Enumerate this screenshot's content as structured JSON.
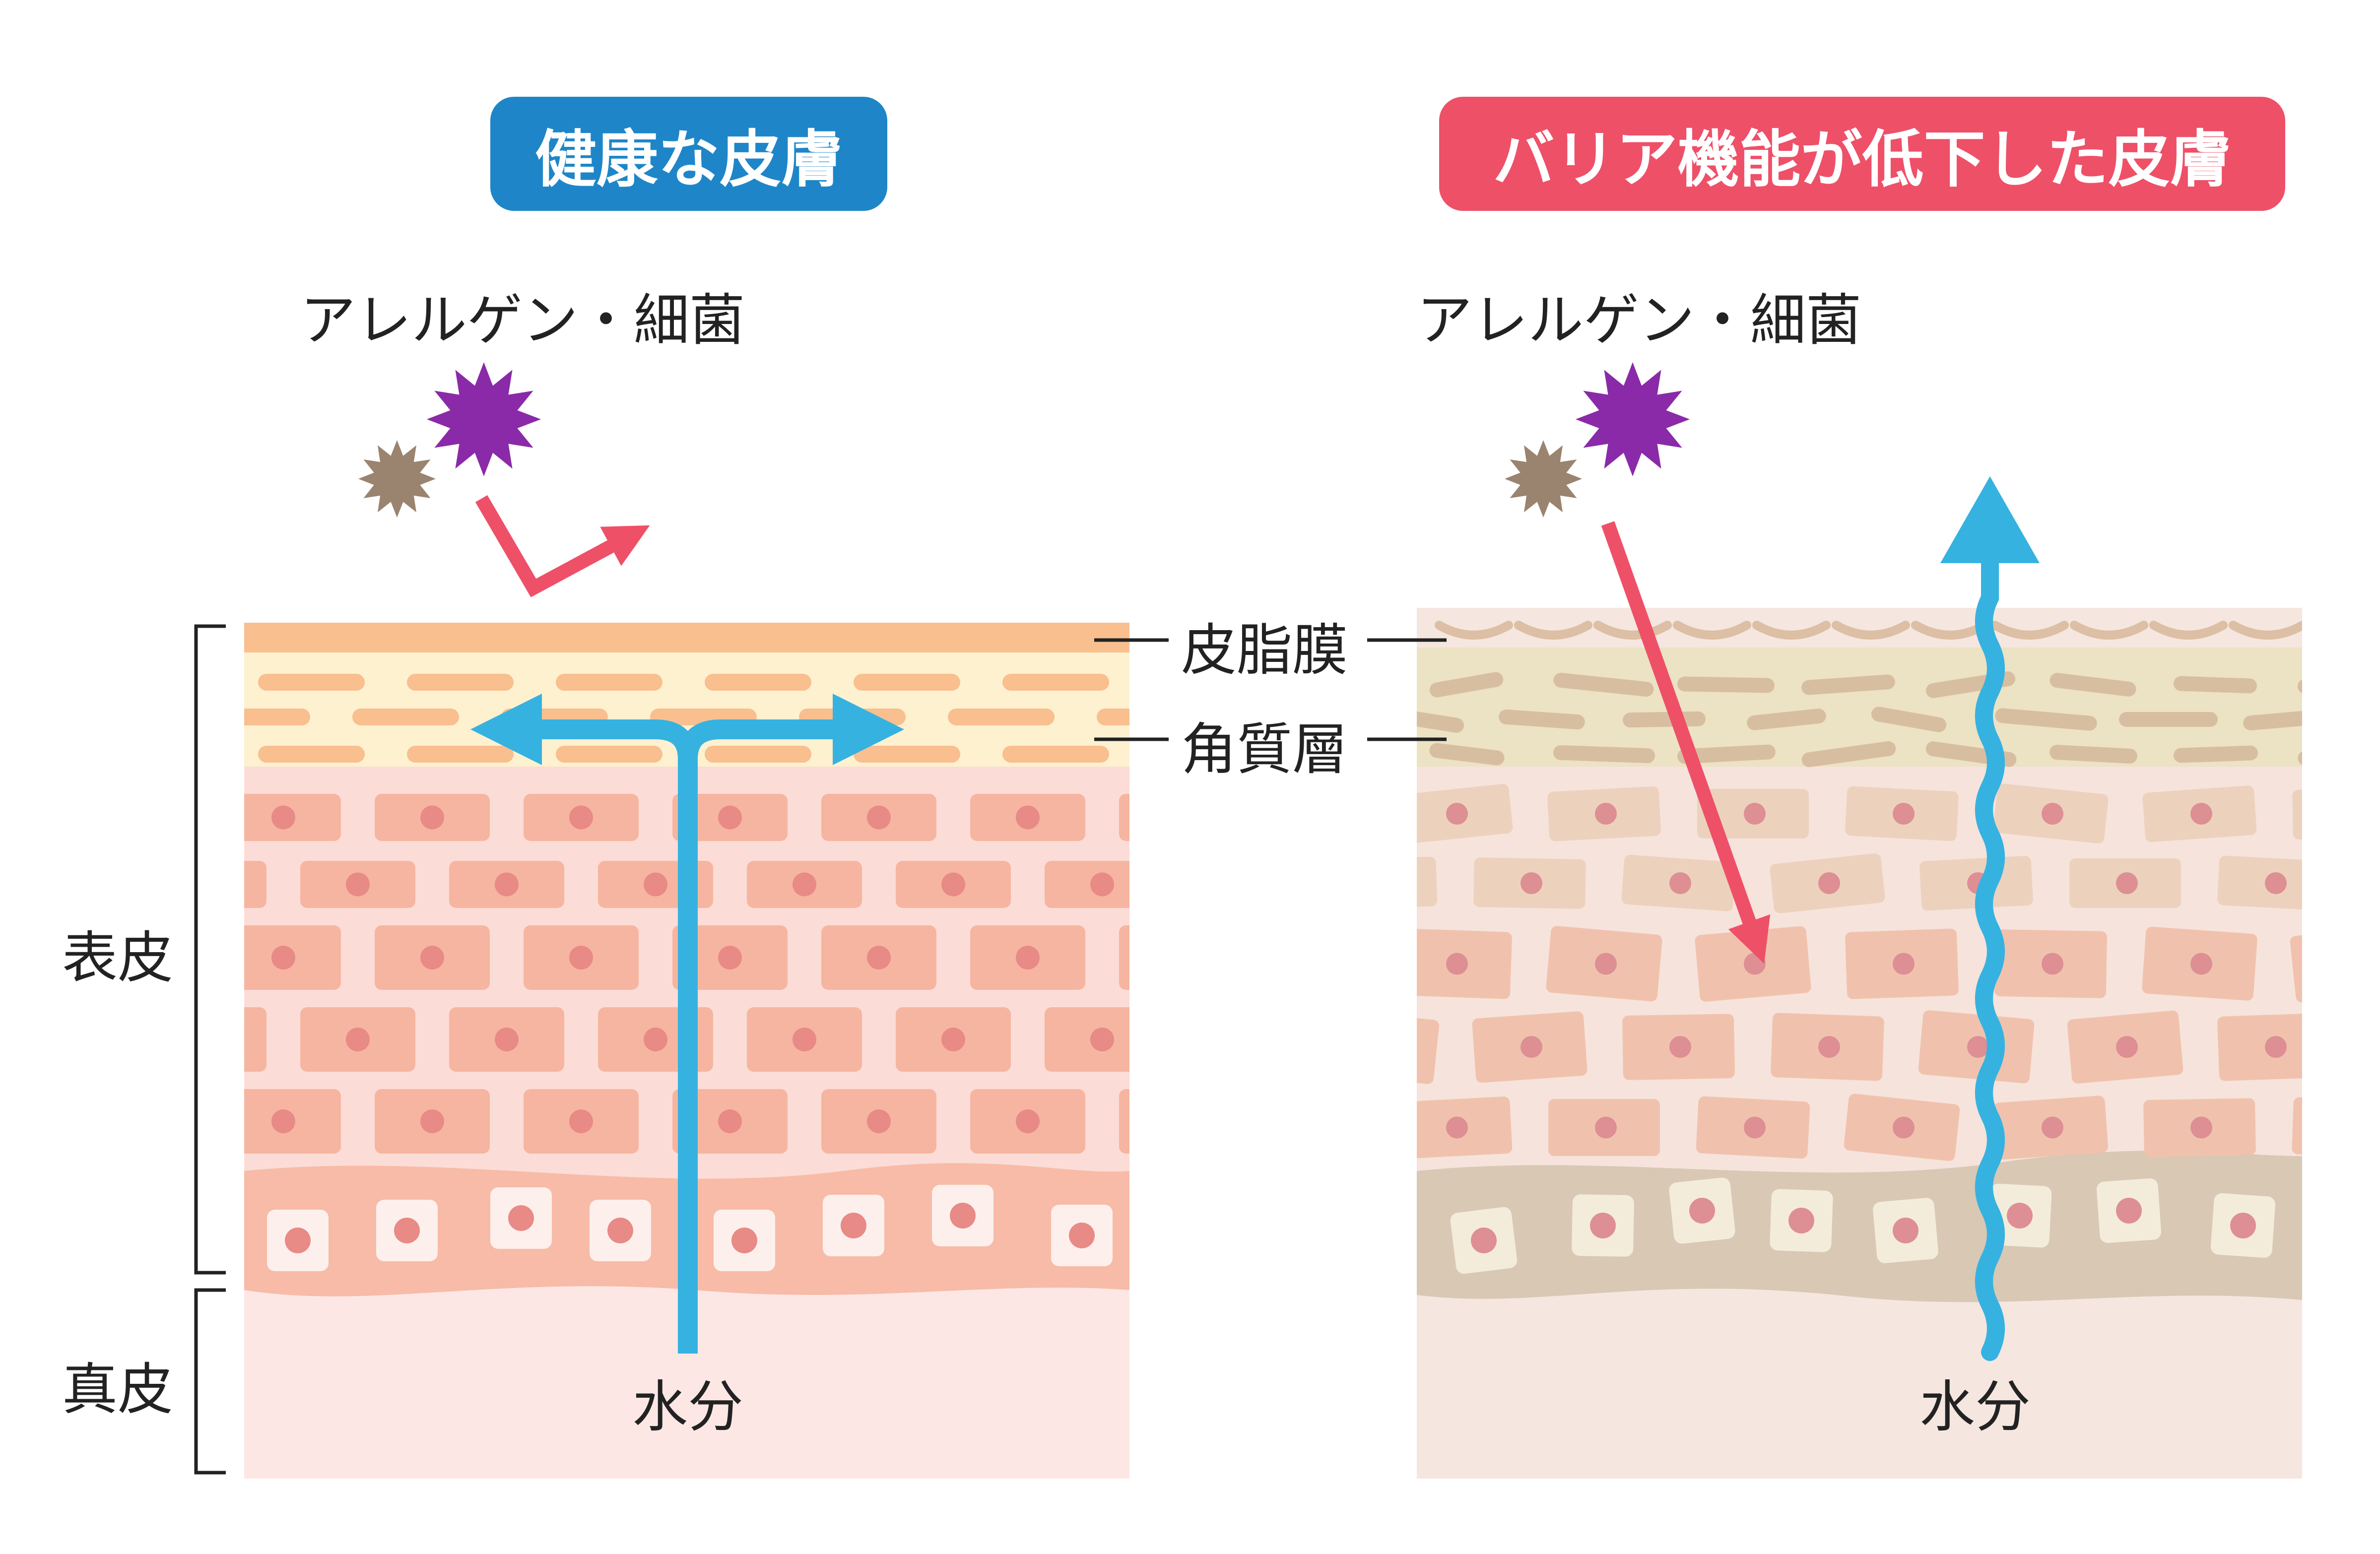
{
  "titles": {
    "healthy": "健康な皮膚",
    "damaged": "バリア機能が低下した皮膚"
  },
  "labels": {
    "allergen_left": "アレルゲン・細菌",
    "allergen_right": "アレルゲン・細菌",
    "sebum": "皮脂膜",
    "stratum_corneum": "角質層",
    "epidermis": "表皮",
    "dermis": "真皮",
    "water_left": "水分",
    "water_right": "水分"
  },
  "colors": {
    "healthy_badge": "#1e86c8",
    "damaged_badge": "#ee5068",
    "arrow_red": "#ee5068",
    "water_blue": "#36b2e0",
    "allergen_purple": "#8a2aa8",
    "bacteria_brown": "#9a8470",
    "healthy_sebum": "#f9bf8f",
    "healthy_corneum_bg": "#fdf1d0",
    "healthy_cell": "#f6b5a0",
    "healthy_nucleus": "#e88a86",
    "damaged_corneum_bg": "#ece2c4",
    "damaged_cell": "#ecc8ae",
    "damaged_basal": "#d8c8b4"
  }
}
